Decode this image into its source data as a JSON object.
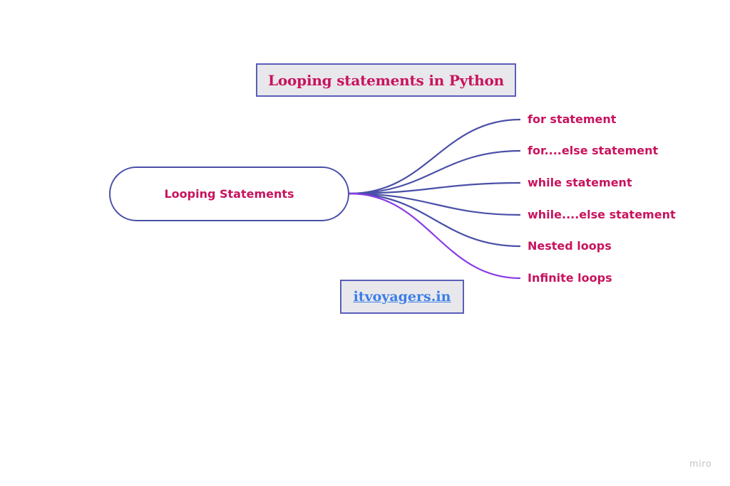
{
  "title": "Looping statements in Python",
  "root": {
    "label": "Looping Statements"
  },
  "branches": [
    {
      "label": "for statement",
      "color": "#4a50a8"
    },
    {
      "label": "for....else statement",
      "color": "#4a50a8"
    },
    {
      "label": "while statement",
      "color": "#4a50a8"
    },
    {
      "label": "while....else statement",
      "color": "#4a50a8"
    },
    {
      "label": "Nested loops",
      "color": "#4a50a8"
    },
    {
      "label": "Infinite loops",
      "color": "#8a3ae6"
    }
  ],
  "link": {
    "text": "itvoyagers.in"
  },
  "watermark": "miro",
  "colors": {
    "text_accent": "#c8135e",
    "node_border": "#4a50a8",
    "link_blue": "#3c7ee8",
    "box_fill": "#e8e8ec"
  }
}
